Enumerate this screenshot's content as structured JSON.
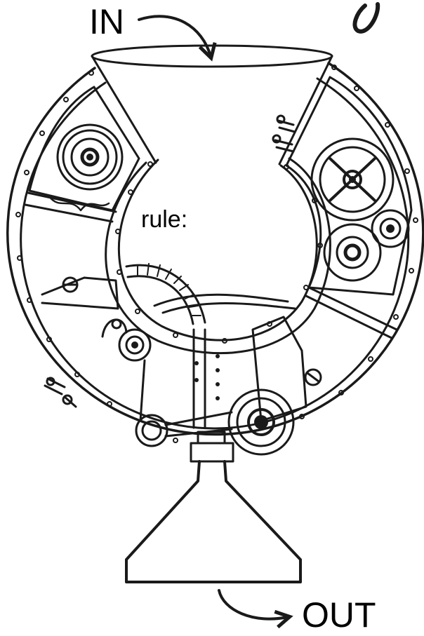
{
  "labels": {
    "input": "IN",
    "rule": "rule:",
    "output": "OUT"
  },
  "colors": {
    "ink": "#1a1a1a",
    "paper": "#ffffff"
  },
  "icons": [
    "gear-icon",
    "screw-icon",
    "rivet-icon",
    "funnel-icon",
    "arrow-icon",
    "pulley-icon",
    "spring-coil-icon",
    "scribble-icon"
  ]
}
